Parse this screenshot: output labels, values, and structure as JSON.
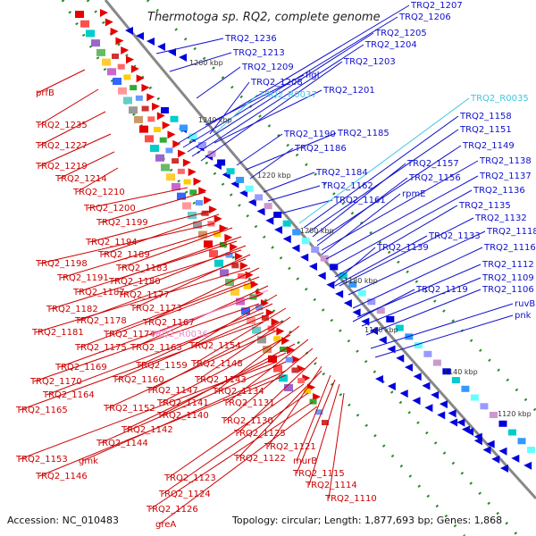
{
  "title": "Thermotoga sp. RQ2, complete genome",
  "footer": {
    "accession": "Accession: NC_010483",
    "summary": "Topology: circular; Length: 1,877,693 bp; Genes: 1,868"
  },
  "colors": {
    "forward": "#e60000",
    "reverse": "#0000dd",
    "rna": "#40c8e0",
    "pseudo": "#ee88cc",
    "backbone": "#888888",
    "dot": "#2a8a2a",
    "label_red": "#cc0000",
    "label_blue": "#1010cc"
  },
  "ticks": [
    "1260 kbp",
    "1240 kbp",
    "1220 kbp",
    "1200 kbp",
    "1180 kbp",
    "1160 kbp",
    "1140 kbp",
    "1120 kbp"
  ],
  "labels_red": [
    "prfB",
    "TRQ2_1235",
    "TRQ2_1227",
    "TRQ2_1219",
    "TRQ2_1214",
    "TRQ2_1210",
    "TRQ2_1200",
    "TRQ2_1199",
    "TRQ2_1194",
    "TRQ2_1189",
    "TRQ2_1198",
    "TRQ2_1183",
    "TRQ2_1191",
    "TRQ2_1180",
    "TRQ2_1187",
    "TRQ2_1177",
    "TRQ2_1182",
    "TRQ2_1173",
    "TRQ2_1178",
    "TRQ2_1167",
    "TRQ2_1181",
    "TRQ2_1174",
    "TRQ2_1175",
    "TRQ2_1163",
    "TRQ2_1154",
    "TRQ2_1169",
    "TRQ2_1159",
    "TRQ2_1148",
    "TRQ2_1170",
    "TRQ2_1160",
    "TRQ2_1143",
    "TRQ2_1164",
    "TRQ2_1147",
    "TRQ2_1134",
    "TRQ2_1165",
    "TRQ2_1152",
    "TRQ2_1141",
    "TRQ2_1131",
    "TRQ2_1140",
    "TRQ2_1130",
    "TRQ2_1142",
    "TRQ2_1125",
    "TRQ2_1144",
    "TRQ2_1121",
    "TRQ2_1153",
    "TRQ2_1122",
    "gmk",
    "murB",
    "TRQ2_1115",
    "TRQ2_1146",
    "TRQ2_1123",
    "TRQ2_1114",
    "TRQ2_1124",
    "TRQ2_1110",
    "TRQ2_1126",
    "greA"
  ],
  "labels_pink": [
    "TRQ2_R0036"
  ],
  "labels_blue": [
    "TRQ2_1207",
    "TRQ2_1206",
    "TRQ2_1205",
    "TRQ2_1204",
    "TRQ2_1236",
    "TRQ2_1203",
    "TRQ2_1213",
    "TRQ2_1209",
    "flgI",
    "TRQ2_1208",
    "TRQ2_1201",
    "TRQ2_1158",
    "TRQ2_1151",
    "TRQ2_1190",
    "TRQ2_1185",
    "TRQ2_1149",
    "TRQ2_1186",
    "TRQ2_1138",
    "TRQ2_1157",
    "TRQ2_1137",
    "TRQ2_1184",
    "TRQ2_1156",
    "TRQ2_1162",
    "TRQ2_1136",
    "rpmE",
    "TRQ2_1161",
    "TRQ2_1135",
    "TRQ2_1132",
    "TRQ2_1118",
    "TRQ2_1133",
    "TRQ2_1139",
    "TRQ2_1116",
    "TRQ2_1112",
    "TRQ2_1109",
    "TRQ2_1119",
    "TRQ2_1106",
    "ruvB",
    "pnk"
  ],
  "labels_cyan": [
    "TRQ2_R0037",
    "TRQ2_R0035"
  ]
}
